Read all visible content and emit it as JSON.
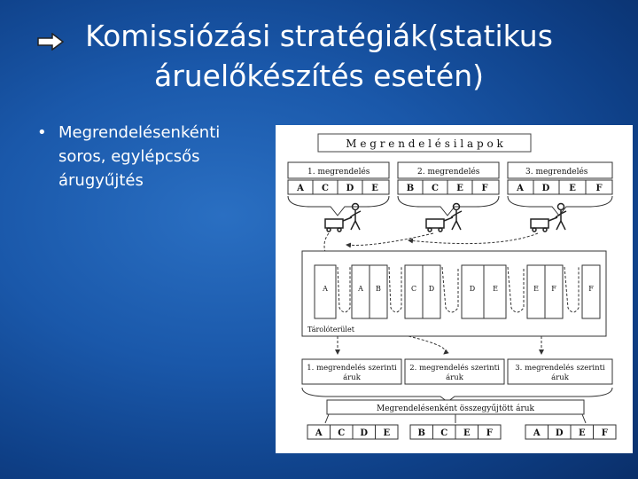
{
  "slide": {
    "title_line1": "Komissiózási stratégiák(statikus",
    "title_line2": "áruelőkészítés esetén)",
    "bullet_symbol": "•",
    "bullet_line1": "Megrendelésenkénti",
    "bullet_line2": "soros, egylépcsős",
    "bullet_line3": "árugyűjtés",
    "title_arrow_icon": "right-arrow-icon"
  },
  "diagram": {
    "header": "M e g r e n d e l é s i   l a p o k",
    "orders": [
      {
        "label": "1. megrendelés",
        "items": [
          "A",
          "C",
          "D",
          "E"
        ]
      },
      {
        "label": "2. megrendelés",
        "items": [
          "B",
          "C",
          "E",
          "F"
        ]
      },
      {
        "label": "3. megrendelés",
        "items": [
          "A",
          "D",
          "E",
          "F"
        ]
      }
    ],
    "storage_label": "Tárolóterület",
    "racks": [
      {
        "left": "A",
        "right": ""
      },
      {
        "left": "A",
        "right": "B"
      },
      {
        "left": "C",
        "right": "D"
      },
      {
        "left": "D",
        "right": "E"
      },
      {
        "left": "E",
        "right": "F"
      },
      {
        "left": "",
        "right": "F"
      }
    ],
    "result_groups": [
      {
        "line1": "1. megrendelés szerinti",
        "line2": "áruk"
      },
      {
        "line1": "2. megrendelés szerinti",
        "line2": "áruk"
      },
      {
        "line1": "3. megrendelés szerinti",
        "line2": "áruk"
      }
    ],
    "collected_label": "Megrendelésenként összegyűjtött áruk",
    "collected_items": [
      [
        "A",
        "C",
        "D",
        "E"
      ],
      [
        "B",
        "C",
        "E",
        "F"
      ],
      [
        "A",
        "D",
        "E",
        "F"
      ]
    ]
  }
}
